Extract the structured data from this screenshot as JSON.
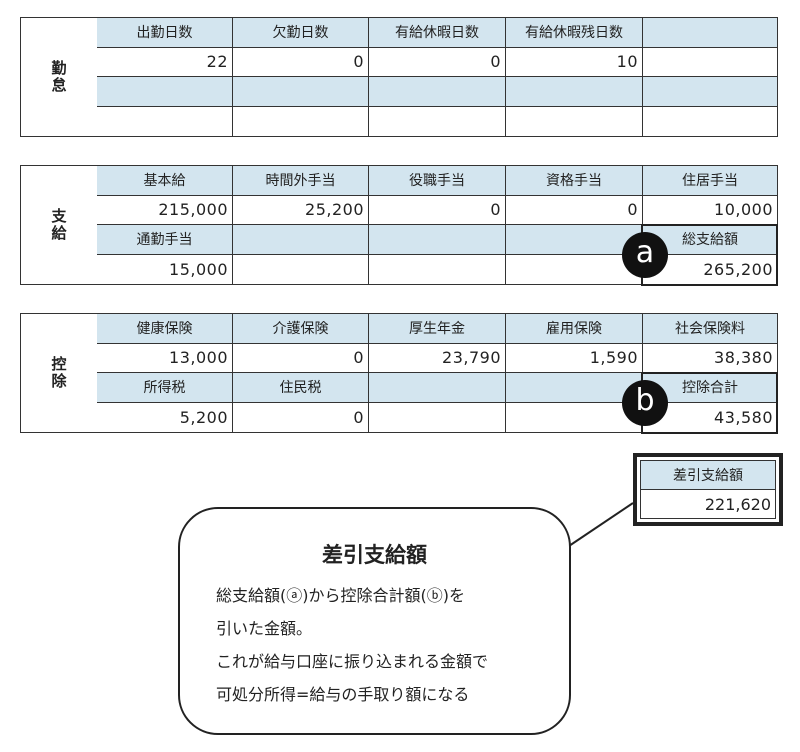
{
  "attendance": {
    "section_label": "勤怠",
    "rows": [
      [
        "出勤日数",
        "欠勤日数",
        "有給休暇日数",
        "有給休暇残日数",
        ""
      ],
      [
        "22",
        "0",
        "0",
        "10",
        ""
      ],
      [
        "",
        "",
        "",
        "",
        ""
      ],
      [
        "",
        "",
        "",
        "",
        ""
      ]
    ]
  },
  "payments": {
    "section_label": "支給",
    "rows": [
      [
        "基本給",
        "時間外手当",
        "役職手当",
        "資格手当",
        "住居手当"
      ],
      [
        "215,000",
        "25,200",
        "0",
        "0",
        "10,000"
      ],
      [
        "通勤手当",
        "",
        "",
        "",
        "総支給額"
      ],
      [
        "15,000",
        "",
        "",
        "",
        "265,200"
      ]
    ],
    "marker": "a"
  },
  "deductions": {
    "section_label": "控除",
    "rows": [
      [
        "健康保険",
        "介護保険",
        "厚生年金",
        "雇用保険",
        "社会保険料"
      ],
      [
        "13,000",
        "0",
        "23,790",
        "1,590",
        "38,380"
      ],
      [
        "所得税",
        "住民税",
        "",
        "",
        "控除合計"
      ],
      [
        "5,200",
        "0",
        "",
        "",
        "43,580"
      ]
    ],
    "marker": "b"
  },
  "net_pay": {
    "label": "差引支給額",
    "value": "221,620"
  },
  "callout": {
    "title": "差引支給額",
    "lines": [
      "総支給額(ⓐ)から控除合計額(ⓑ)を",
      "引いた金額。",
      "これが給与口座に振り込まれる金額で",
      "可処分所得=給与の手取り額になる"
    ]
  },
  "colors": {
    "header_fill": "#d3e5ef",
    "border": "#333333",
    "badge": "#111111"
  }
}
